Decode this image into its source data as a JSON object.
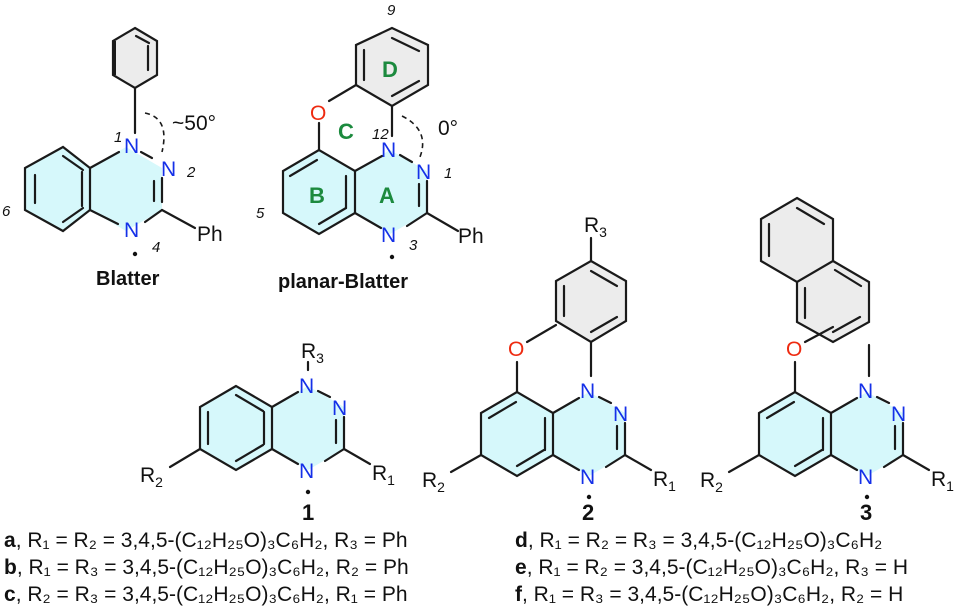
{
  "figure": {
    "blatter": {
      "title": "Blatter",
      "angle": "~50°",
      "atoms": {
        "n1": "N",
        "n2": "N",
        "n4": "N",
        "ph": "Ph"
      },
      "locants": {
        "l1": "1",
        "l2": "2",
        "l4": "4",
        "l6": "6"
      }
    },
    "planar": {
      "title": "planar-Blatter",
      "angle": "0°",
      "atoms": {
        "n_top": "N",
        "n_right": "N",
        "n_bottom": "N",
        "o": "O",
        "ph": "Ph"
      },
      "rings": {
        "a": "A",
        "b": "B",
        "c": "C",
        "d": "D"
      },
      "locants": {
        "l1": "1",
        "l3": "3",
        "l5": "5",
        "l9": "9",
        "l12": "12"
      }
    },
    "compound1": {
      "label": "1",
      "atoms": {
        "n_top": "N",
        "n_right": "N",
        "n_bottom": "N"
      },
      "r1": "R",
      "r1_sub": "1",
      "r2": "R",
      "r2_sub": "2",
      "r3": "R",
      "r3_sub": "3"
    },
    "compound2": {
      "label": "2",
      "atoms": {
        "n_top": "N",
        "n_right": "N",
        "n_bottom": "N",
        "o": "O"
      },
      "r1": "R",
      "r1_sub": "1",
      "r2": "R",
      "r2_sub": "2",
      "r3": "R",
      "r3_sub": "3"
    },
    "compound3": {
      "label": "3",
      "atoms": {
        "n_top": "N",
        "n_right": "N",
        "n_bottom": "N",
        "o": "O"
      },
      "r1": "R",
      "r1_sub": "1",
      "r2": "R",
      "r2_sub": "2"
    }
  },
  "legend": {
    "a": {
      "key": "a",
      "text": "R₁ = R₂ = 3,4,5-(C₁₂H₂₅O)₃C₆H₂, R₃ = Ph"
    },
    "b": {
      "key": "b",
      "text": "R₁ = R₃ = 3,4,5-(C₁₂H₂₅O)₃C₆H₂, R₂ = Ph"
    },
    "c": {
      "key": "c",
      "text": "R₂ = R₃ = 3,4,5-(C₁₂H₂₅O)₃C₆H₂, R₁ = Ph"
    },
    "d": {
      "key": "d",
      "text": "R₁ = R₂ = R₃ = 3,4,5-(C₁₂H₂₅O)₃C₆H₂"
    },
    "e": {
      "key": "e",
      "text": "R₁ = R₂ = 3,4,5-(C₁₂H₂₅O)₃C₆H₂, R₃ = H"
    },
    "f": {
      "key": "f",
      "text": "R₁ = R₃ = 3,4,5-(C₁₂H₂₅O)₃C₆H₂, R₂ = H"
    }
  },
  "colors": {
    "nitrogen": "#1530e8",
    "oxygen": "#ee2a10",
    "ring_letters": "#1c8a3e",
    "triazinyl_fill": "#d6f8fb",
    "aryl_fill": "#ececec"
  }
}
